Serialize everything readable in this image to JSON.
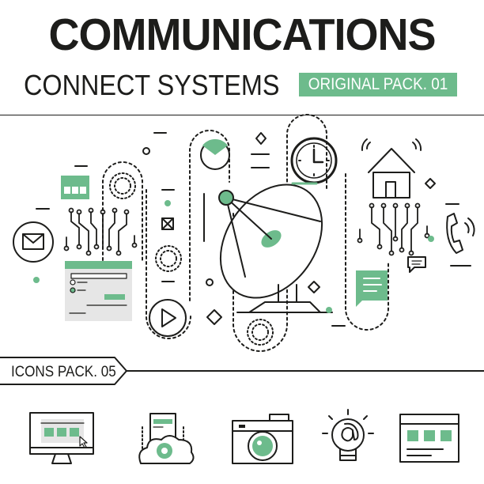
{
  "header": {
    "title": "COMMUNICATIONS",
    "subtitle": "CONNECT SYSTEMS",
    "badge": "ORIGINAL PACK. 01"
  },
  "footer": {
    "pack_label": "ICONS PACK. 05"
  },
  "colors": {
    "accent": "#6dbb8c",
    "ink": "#1d1d1b",
    "background": "#ffffff",
    "panel": "#e6e6e6"
  },
  "illustration": {
    "icons": [
      "mail-icon",
      "browser-window-icon",
      "circuit-icon",
      "chat-window-icon",
      "pie-chart-icon",
      "play-icon",
      "satellite-dish-icon",
      "clock-icon",
      "house-wifi-icon",
      "phone-icon",
      "speech-bubble-icon"
    ]
  },
  "bottom_icons": [
    "monitor-icon",
    "cloud-settings-icon",
    "camera-icon",
    "lightbulb-at-icon",
    "web-layout-icon"
  ]
}
